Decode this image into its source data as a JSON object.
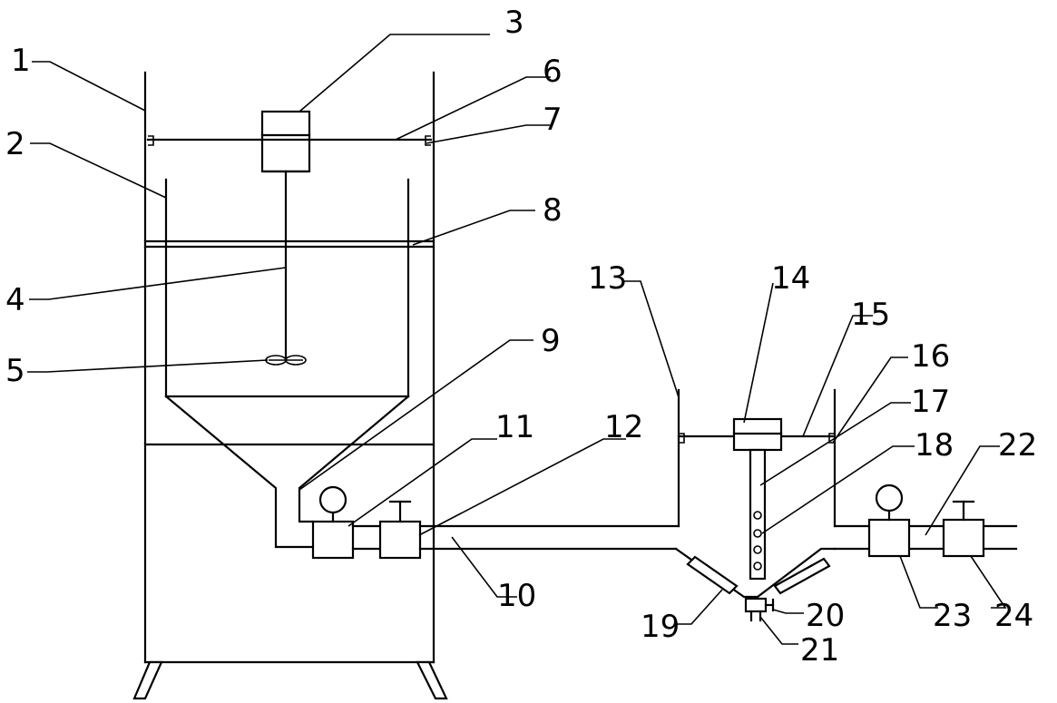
{
  "labels": {
    "n1": "1",
    "n2": "2",
    "n3": "3",
    "n4": "4",
    "n5": "5",
    "n6": "6",
    "n7": "7",
    "n8": "8",
    "n9": "9",
    "n10": "10",
    "n11": "11",
    "n12": "12",
    "n13": "13",
    "n14": "14",
    "n15": "15",
    "n16": "16",
    "n17": "17",
    "n18": "18",
    "n19": "19",
    "n20": "20",
    "n21": "21",
    "n22": "22",
    "n23": "23",
    "n24": "24"
  }
}
